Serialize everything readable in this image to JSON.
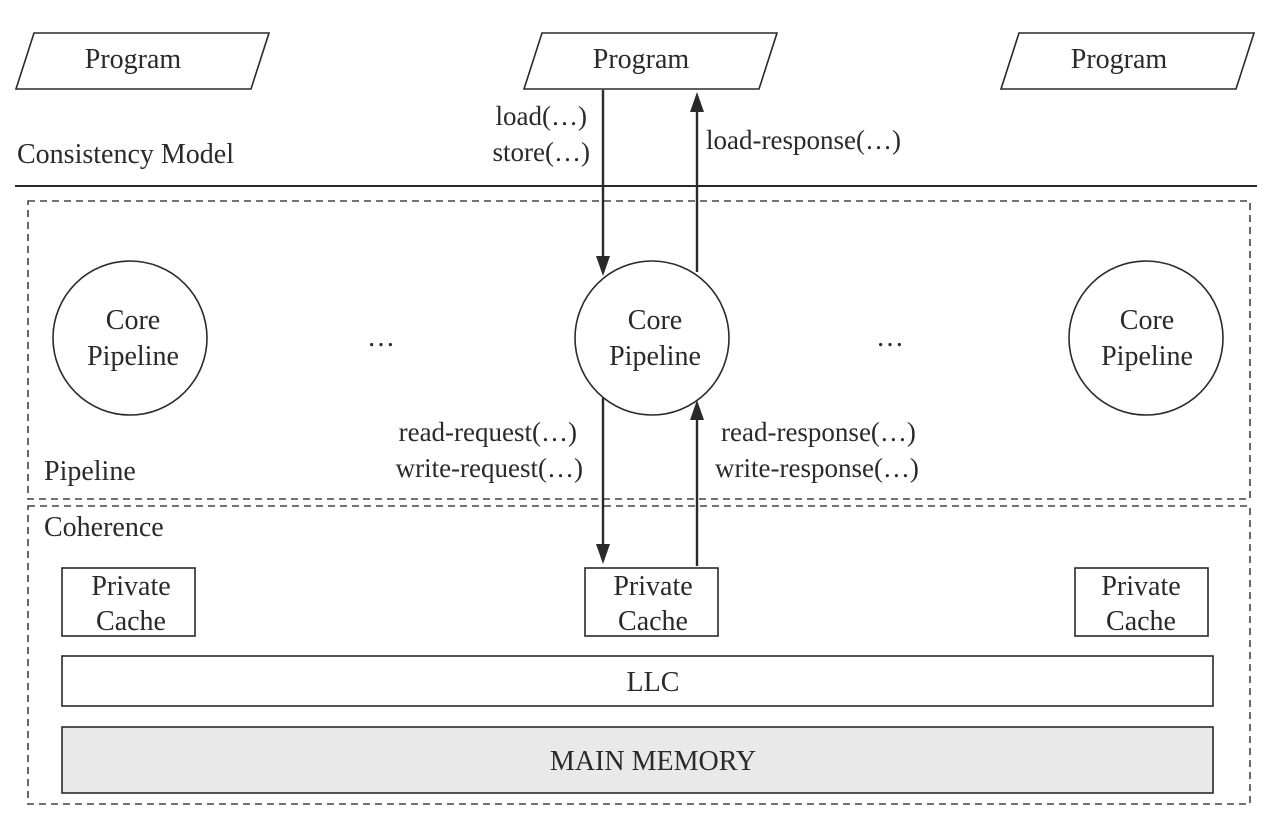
{
  "programs": [
    "Program",
    "Program",
    "Program"
  ],
  "consistency_label": "Consistency Model",
  "calls": {
    "load": "load(…)",
    "store": "store(…)",
    "load_response": "load-response(…)"
  },
  "cores": [
    {
      "line1": "Core",
      "line2": "Pipeline"
    },
    {
      "line1": "Core",
      "line2": "Pipeline"
    },
    {
      "line1": "Core",
      "line2": "Pipeline"
    }
  ],
  "ellipsis": [
    "…",
    "…"
  ],
  "pipeline_label": "Pipeline",
  "coherence_label": "Coherence",
  "requests": {
    "read_request": "read-request(…)",
    "write_request": "write-request(…)",
    "read_response": "read-response(…)",
    "write_response": "write-response(…)"
  },
  "caches": [
    {
      "line1": "Private",
      "line2": "Cache"
    },
    {
      "line1": "Private",
      "line2": "Cache"
    },
    {
      "line1": "Private",
      "line2": "Cache"
    }
  ],
  "llc_label": "LLC",
  "memory_label": "MAIN MEMORY",
  "colors": {
    "ink": "#2a2a2a",
    "memory_fill": "#e9e9e9"
  }
}
